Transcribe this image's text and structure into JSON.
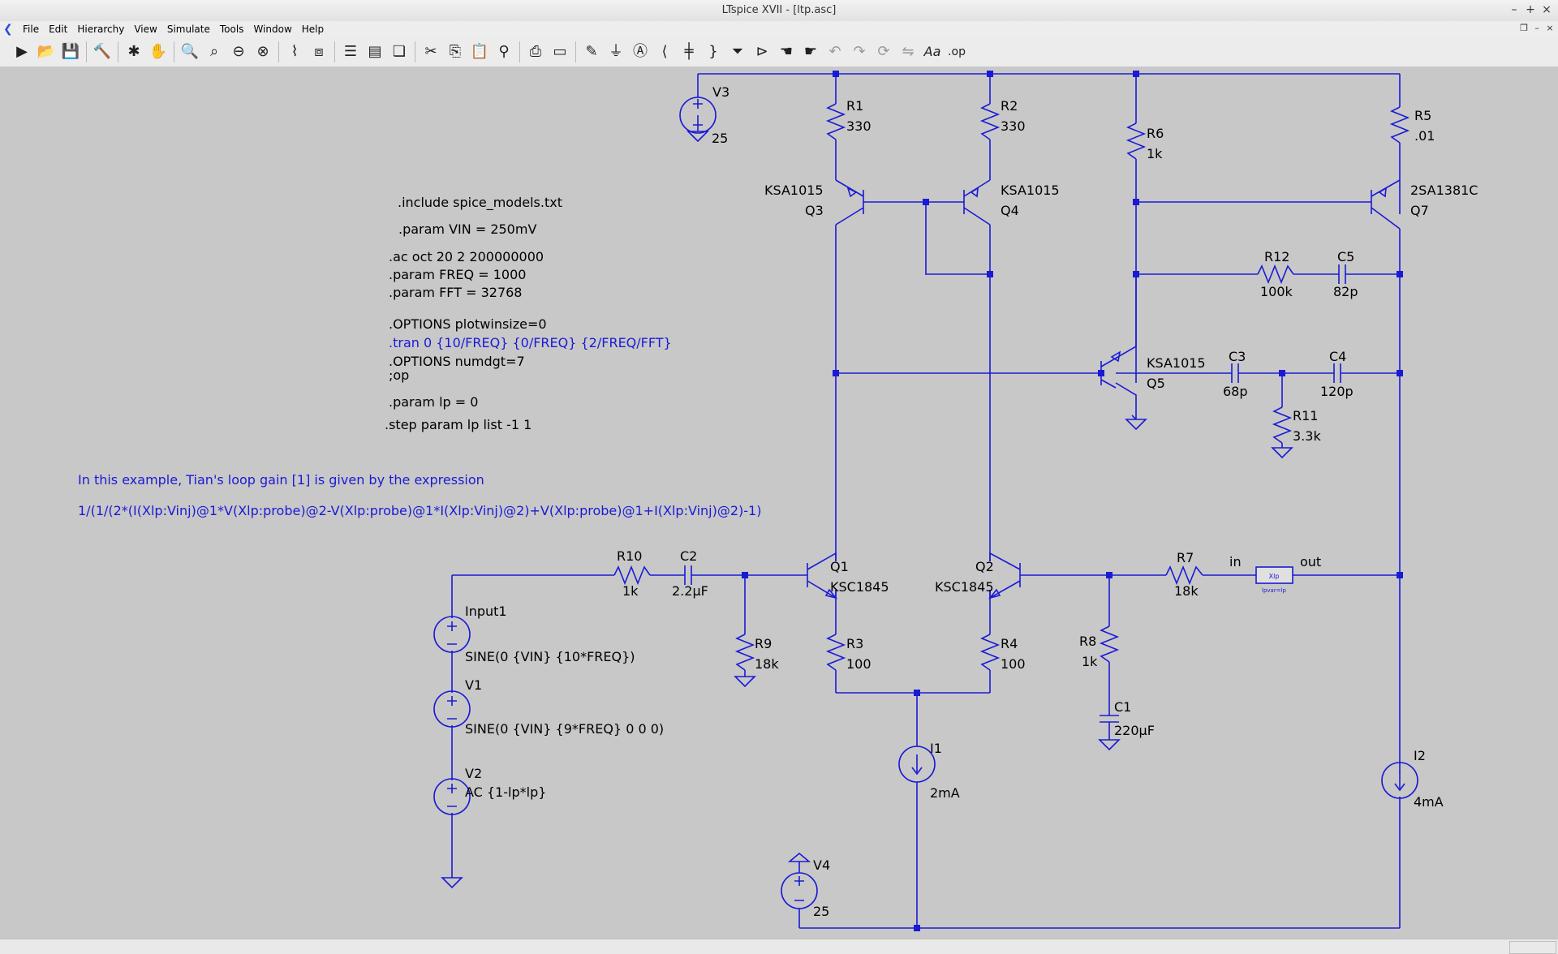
{
  "window": {
    "title": "LTspice XVII - [ltp.asc]"
  },
  "menu": [
    "File",
    "Edit",
    "Hierarchy",
    "View",
    "Simulate",
    "Tools",
    "Window",
    "Help"
  ],
  "toolbar": {
    "icons": [
      "run-icon",
      "open-icon",
      "save-icon",
      "control-panel-icon",
      "halt-icon",
      "pan-icon",
      "zoom-in-icon",
      "zoom-area-icon",
      "zoom-out-icon",
      "zoom-fit-icon",
      "waveform-icon",
      "autorange-icon",
      "tile-horizontal-icon",
      "tile-vertical-icon",
      "cascade-icon",
      "cut-icon",
      "copy-icon",
      "paste-icon",
      "find-icon",
      "print-icon",
      "print-preview-icon",
      "draw-wire-icon",
      "ground-icon",
      "label-net-icon",
      "resistor-icon",
      "capacitor-icon",
      "inductor-icon",
      "diode-icon",
      "component-icon",
      "move-icon",
      "drag-icon",
      "undo-icon",
      "redo-icon",
      "rotate-icon",
      "mirror-icon",
      "text-icon",
      "spice-directive-icon"
    ],
    "op_label": ".op",
    "text_label": "Aa"
  },
  "colors": {
    "wire": "#1a1ad6",
    "canvas": "#c8c8c8"
  },
  "directives": [
    ".include spice_models.txt",
    ".param VIN = 250mV",
    ".ac oct 20 2 200000000",
    ".param FREQ = 1000",
    ".param FFT = 32768",
    ".OPTIONS plotwinsize=0",
    ".tran 0 {10/FREQ} {0/FREQ} {2/FREQ/FFT}",
    ".OPTIONS numdgt=7",
    ";op",
    ".param lp = 0",
    ".step param lp list -1 1"
  ],
  "comment": {
    "line1": "In this example, Tian's loop gain [1] is given by the expression",
    "line2": "1/(1/(2*(I(Xlp:Vinj)@1*V(Xlp:probe)@2-V(Xlp:probe)@1*I(Xlp:Vinj)@2)+V(Xlp:probe)@1+I(Xlp:Vinj)@2)-1)"
  },
  "components": {
    "V3": {
      "name": "V3",
      "value": "25"
    },
    "V4": {
      "name": "V4",
      "value": "25"
    },
    "R1": {
      "name": "R1",
      "value": "330"
    },
    "R2": {
      "name": "R2",
      "value": "330"
    },
    "R3": {
      "name": "R3",
      "value": "100"
    },
    "R4": {
      "name": "R4",
      "value": "100"
    },
    "R5": {
      "name": "R5",
      "value": ".01"
    },
    "R6": {
      "name": "R6",
      "value": "1k"
    },
    "R7": {
      "name": "R7",
      "value": "18k"
    },
    "R8": {
      "name": "R8",
      "value": "1k"
    },
    "R9": {
      "name": "R9",
      "value": "18k"
    },
    "R10": {
      "name": "R10",
      "value": "1k"
    },
    "R11": {
      "name": "R11",
      "value": "3.3k"
    },
    "R12": {
      "name": "R12",
      "value": "100k"
    },
    "C1": {
      "name": "C1",
      "value": "220µF"
    },
    "C2": {
      "name": "C2",
      "value": "2.2µF"
    },
    "C3": {
      "name": "C3",
      "value": "68p"
    },
    "C4": {
      "name": "C4",
      "value": "120p"
    },
    "C5": {
      "name": "C5",
      "value": "82p"
    },
    "Q1": {
      "name": "Q1",
      "model": "KSC1845"
    },
    "Q2": {
      "name": "Q2",
      "model": "KSC1845"
    },
    "Q3": {
      "name": "Q3",
      "model": "KSA1015"
    },
    "Q4": {
      "name": "Q4",
      "model": "KSA1015"
    },
    "Q5": {
      "name": "Q5",
      "model": "KSA1015"
    },
    "Q7": {
      "name": "Q7",
      "model": "2SA1381C"
    },
    "I1": {
      "name": "I1",
      "value": "2mA"
    },
    "I2": {
      "name": "I2",
      "value": "4mA"
    },
    "Input1": {
      "name": "Input1",
      "value": "SINE(0 {VIN} {10*FREQ})"
    },
    "V1": {
      "name": "V1",
      "value": "SINE(0 {VIN} {9*FREQ} 0 0 0)"
    },
    "V2": {
      "name": "V2",
      "value": "AC {1-lp*lp}"
    },
    "Xlp": {
      "name": "Xlp",
      "param": "lpvar=lp",
      "in_label": "in",
      "out_label": "out"
    }
  }
}
